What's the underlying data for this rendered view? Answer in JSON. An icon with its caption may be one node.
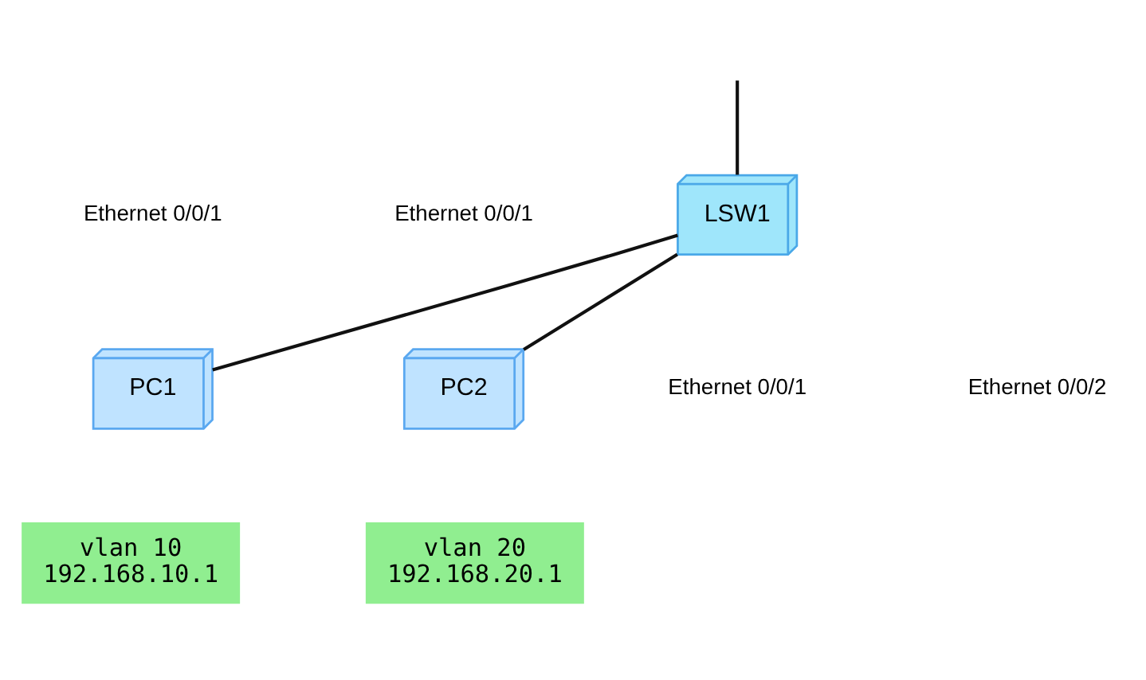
{
  "diagram": {
    "nodes": [
      {
        "text": [
          "LSW1"
        ]
      },
      {
        "text": [
          "PC1"
        ]
      },
      {
        "text": [
          "PC2"
        ]
      },
      {
        "text": [
          "vlan 10",
          "192.168.10.1"
        ]
      },
      {
        "text": [
          "vlan 20",
          "192.168.20.1"
        ]
      }
    ],
    "edges": [
      {
        "from": null,
        "to": 0,
        "arrow": "none"
      },
      {
        "from": 0,
        "to": 1,
        "arrow": "none"
      },
      {
        "from": 0,
        "to": 2,
        "arrow": "none"
      }
    ],
    "labels": [
      "Ethernet 0/0/1",
      "Ethernet 0/0/2",
      "Ethernet 0/0/1",
      "Ethernet 0/0/1"
    ]
  }
}
